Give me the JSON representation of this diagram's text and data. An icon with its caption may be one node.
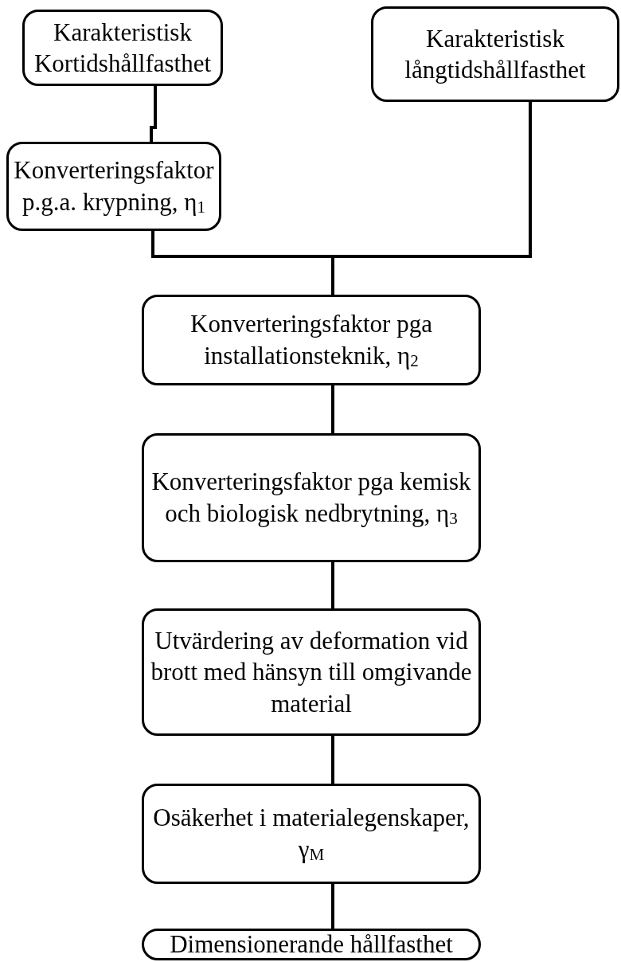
{
  "diagram": {
    "nodes": [
      {
        "text": [
          "Karakteristisk Kortidshållfasthet"
        ]
      },
      {
        "text": [
          "Karakteristisk långtidshållfasthet"
        ]
      },
      {
        "text": [
          "Konverteringsfaktor p.g.a. krypning, η$_{1}$"
        ]
      },
      {
        "text": [
          "Konverteringsfaktor pga installationsteknik, η$_{2}$"
        ]
      },
      {
        "text": [
          "Konverteringsfaktor pga kemisk och biologisk nedbrytning, η$_{3}$"
        ]
      },
      {
        "text": [
          "Utvärdering av deformation vid brott med hänsyn till omgivande material"
        ]
      },
      {
        "text": [
          "Osäkerhet i materialegenskaper, γ$_{M}$"
        ]
      },
      {
        "text": [
          "Dimensionerande hållfasthet"
        ]
      }
    ],
    "edges": [
      {
        "from": 0,
        "to": 2,
        "arrow": "none"
      },
      {
        "from": 2,
        "to": 3,
        "arrow": "none"
      },
      {
        "from": 1,
        "to": 3,
        "arrow": "none"
      },
      {
        "from": 3,
        "to": 4,
        "arrow": "none"
      },
      {
        "from": 4,
        "to": 5,
        "arrow": "none"
      },
      {
        "from": 5,
        "to": 6,
        "arrow": "none"
      },
      {
        "from": 6,
        "to": 7,
        "arrow": "none"
      }
    ]
  }
}
